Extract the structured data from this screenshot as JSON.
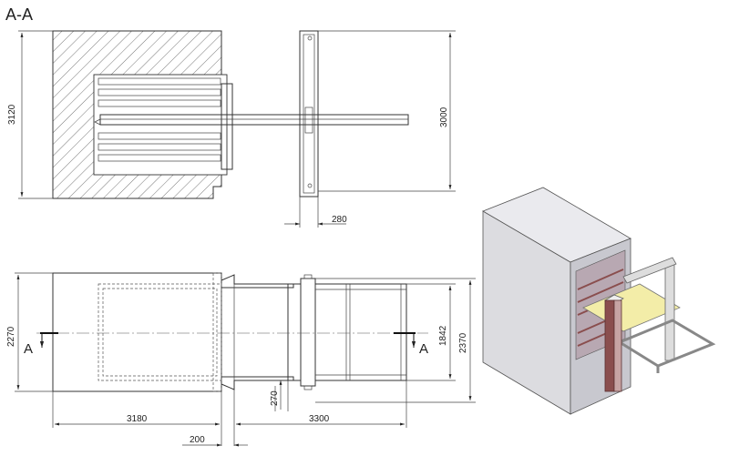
{
  "section_title": "A-A",
  "dimensions": {
    "side_height": "3120",
    "frame_height": "3000",
    "frame_offset": "280",
    "plan_width": "2270",
    "plan_inner_width": "1842",
    "plan_total_width": "2370",
    "chamber_length": "3180",
    "extension_length": "3300",
    "gap": "200",
    "frame_depth": "270"
  },
  "section_markers": {
    "left": "A",
    "right": "A"
  },
  "colors": {
    "line": "#333333",
    "hatch": "#555555",
    "box_front": "#dcdce0",
    "box_side": "#c8c8cf",
    "box_top": "#eaeaee",
    "tray": "#f3eda8",
    "column": "#8a4e4e"
  }
}
